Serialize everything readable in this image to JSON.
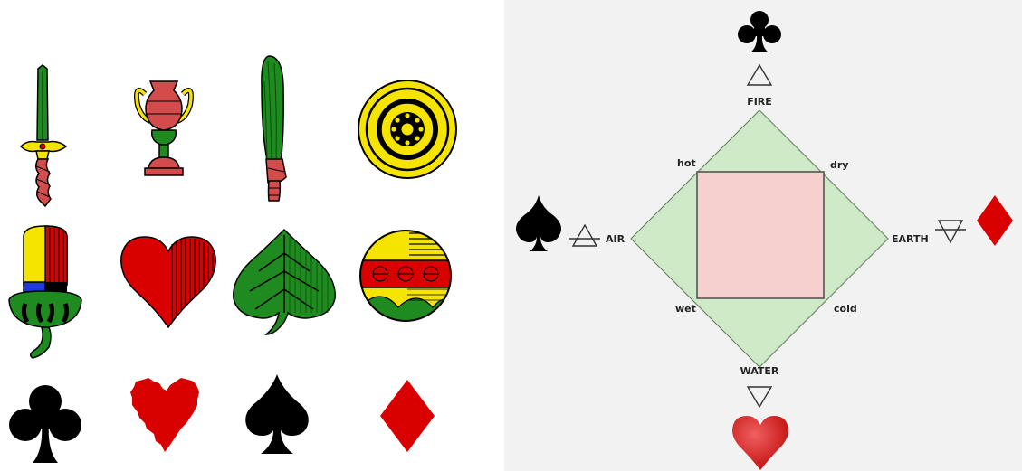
{
  "diagram": {
    "elements": {
      "fire": "FIRE",
      "air": "AIR",
      "earth": "EARTH",
      "water": "WATER"
    },
    "qualities": {
      "hot": "hot",
      "dry": "dry",
      "wet": "wet",
      "cold": "cold"
    }
  },
  "colors": {
    "yellow": "#f5e400",
    "red": "#d90000",
    "green": "#1f8a1f",
    "dark_green": "#1b6e1b",
    "black": "#000000",
    "diamond_fill": "#cfeac7",
    "square_fill": "#f6cfcf",
    "panel_background": "#f2f2f2"
  },
  "icons": {
    "row_italian_spanish": [
      "sword-icon",
      "cup-icon",
      "club-baton-icon",
      "coin-icon"
    ],
    "row_german": [
      "acorn-icon",
      "heart-icon",
      "leaf-icon",
      "bell-icon"
    ],
    "row_french": [
      "club-icon",
      "heart-icon",
      "spade-icon",
      "diamond-icon"
    ],
    "diagram": [
      "club-icon",
      "spade-icon",
      "diamond-icon",
      "heart-icon",
      "fire-triangle-icon",
      "air-triangle-icon",
      "earth-triangle-icon",
      "water-triangle-icon"
    ]
  }
}
